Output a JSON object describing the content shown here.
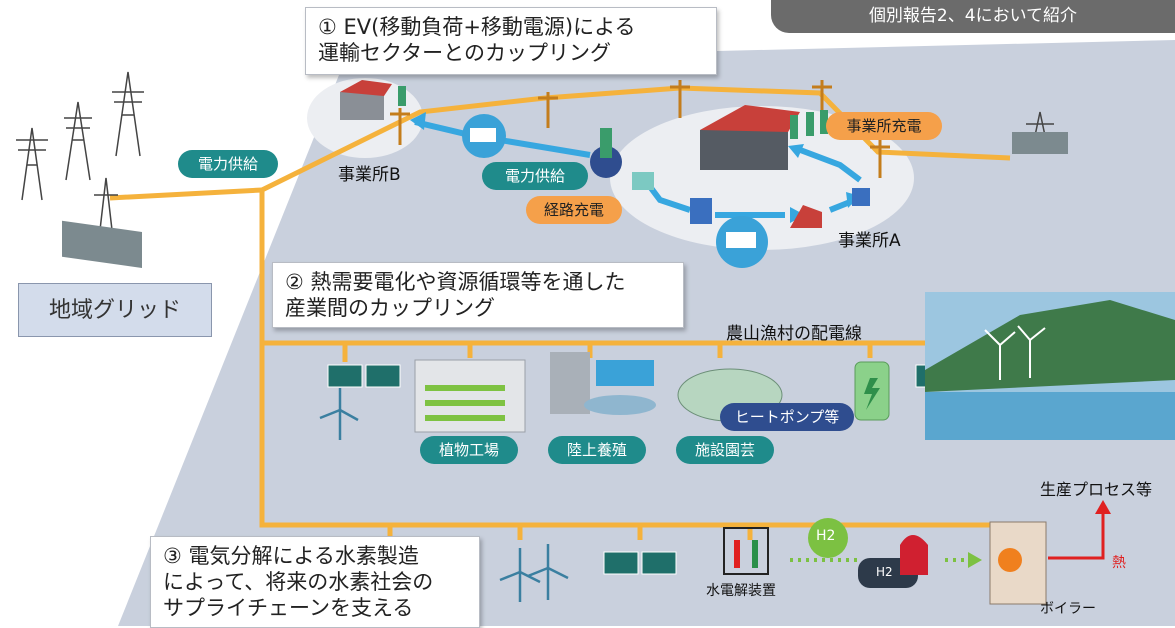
{
  "header_note": "個別報告2、4において紹介",
  "regional_grid": "地域グリッド",
  "callouts": {
    "ev": [
      "① EV(移動負荷+移動電源)による",
      "運輸セクターとのカップリング"
    ],
    "heat": [
      "② 熱需要電化や資源循環等を通した",
      "産業間のカップリング"
    ],
    "hydrogen": [
      "③ 電気分解による水素製造",
      "によって、将来の水素社会の",
      "サプライチェーンを支える"
    ]
  },
  "labels": {
    "power_supply_left": "電力供給",
    "office_b": "事業所B",
    "power_supply_center": "電力供給",
    "route_charging": "経路充電",
    "office_charging": "事業所充電",
    "office_a": "事業所A",
    "rural_line": "農山漁村の配電線",
    "plant_factory": "植物工場",
    "land_aquaculture": "陸上養殖",
    "greenhouse": "施設園芸",
    "heat_pump": "ヒートポンプ等",
    "electrolyzer": "水電解装置",
    "h2_badge": "H2",
    "h2_tank": "H2",
    "boiler": "ボイラー",
    "production_process": "生産プロセス等",
    "heat": "熱"
  },
  "colors": {
    "ground": "#c9d0dd",
    "power_line": "#f5b23c",
    "flow_arrow": "#37a7e0",
    "teal_pill": "#1f8b8b",
    "orange_pill": "#f5a04a",
    "navy_pill": "#2f4d8f",
    "hydrogen_green": "#7cc142",
    "heat_red": "#e02020"
  }
}
